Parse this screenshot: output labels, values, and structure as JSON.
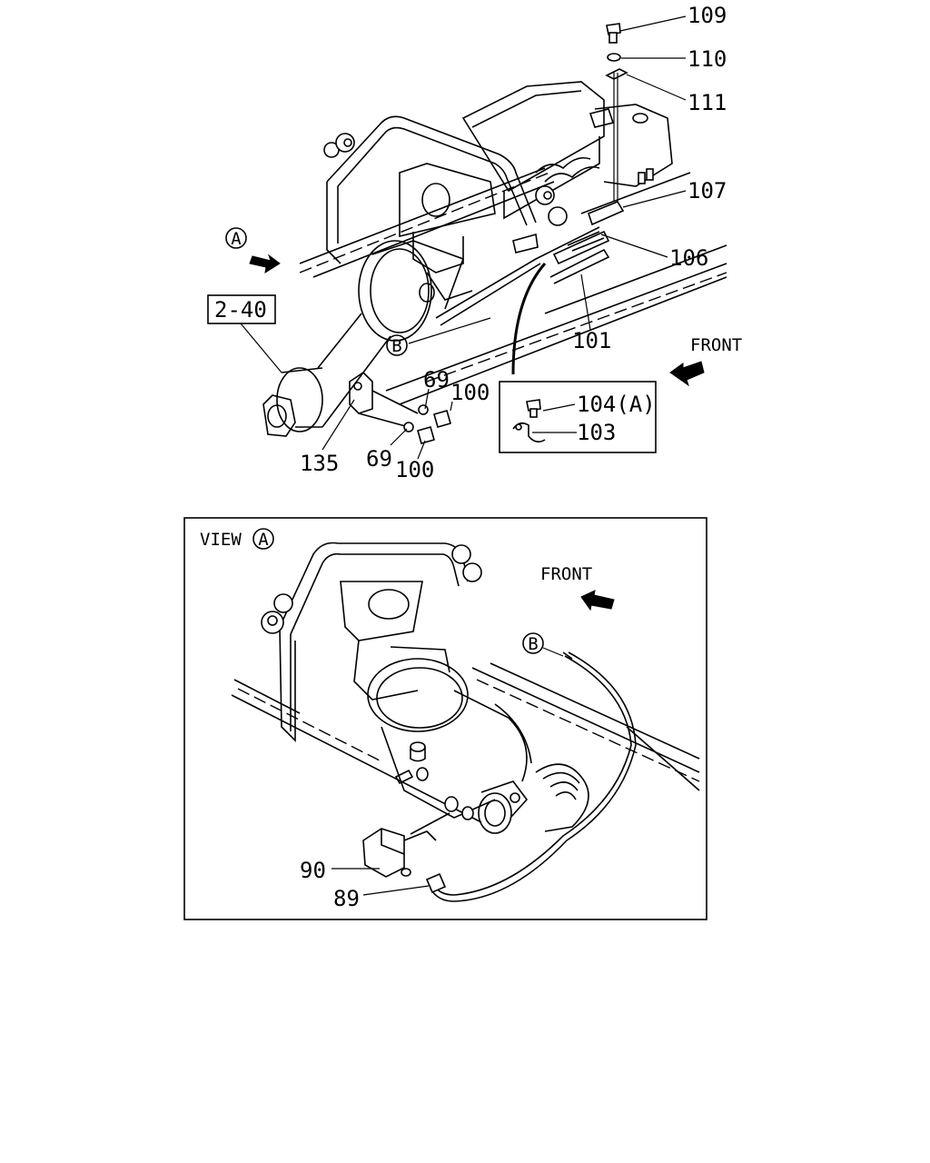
{
  "labels": {
    "p109": "109",
    "p110": "110",
    "p111": "111",
    "p107": "107",
    "p106": "106",
    "p101": "101",
    "p104": "104(A)",
    "p103": "103",
    "p100a": "100",
    "p100b": "100",
    "p69a": "69",
    "p69b": "69",
    "p135": "135",
    "ref_2_40": "2-40",
    "p90": "90",
    "p89": "89"
  },
  "markers": {
    "view_a": "A",
    "view_b": "B",
    "view_a_panel": "A",
    "view_b_panel": "B"
  },
  "text": {
    "front_top": "FRONT",
    "front_view": "FRONT",
    "view_prefix": "VIEW"
  }
}
